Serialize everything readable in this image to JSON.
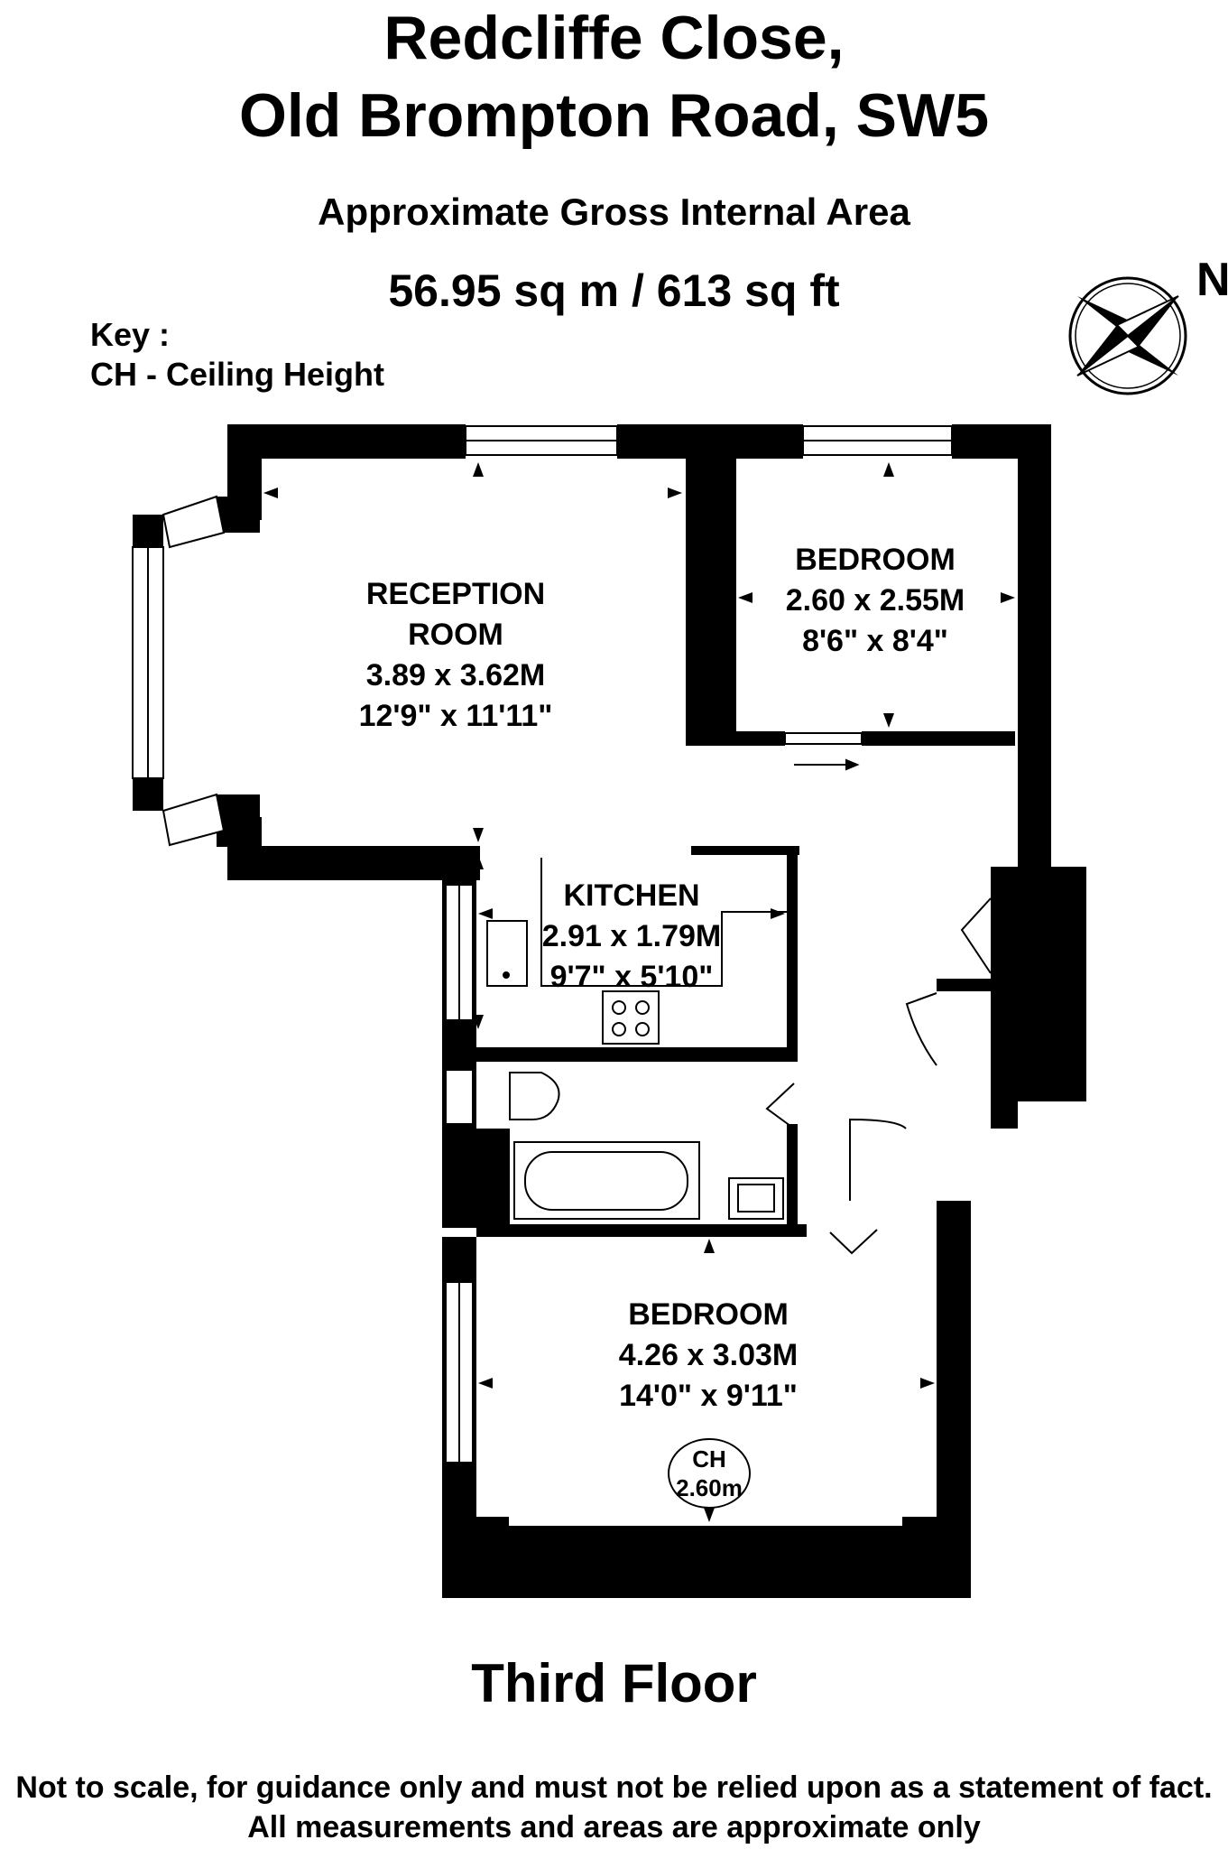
{
  "header": {
    "title_line1": "Redcliffe Close,",
    "title_line2": "Old Brompton Road, SW5",
    "subtitle": "Approximate Gross Internal Area",
    "area": "56.95 sq m /  613 sq ft"
  },
  "key": {
    "title": "Key :",
    "entry": "CH - Ceiling Height"
  },
  "compass": {
    "label": "N"
  },
  "rooms": {
    "reception": {
      "name_line1": "RECEPTION",
      "name_line2": "ROOM",
      "metric": "3.89 x 3.62M",
      "imperial": "12'9\" x 11'11\""
    },
    "bedroom1": {
      "name": "BEDROOM",
      "metric": "2.60 x 2.55M",
      "imperial": "8'6\" x 8'4\""
    },
    "kitchen": {
      "name": "KITCHEN",
      "metric": "2.91 x 1.79M",
      "imperial": "9'7\" x 5'10\""
    },
    "bedroom2": {
      "name": "BEDROOM",
      "metric": "4.26 x 3.03M",
      "imperial": "14'0\" x 9'11\""
    }
  },
  "ceiling_height": {
    "label": "CH",
    "value": "2.60m"
  },
  "floor_label": "Third Floor",
  "disclaimer": {
    "line1": "Not to scale, for guidance only and must not be relied upon as a statement of fact.",
    "line2": "All measurements and areas are approximate only"
  }
}
